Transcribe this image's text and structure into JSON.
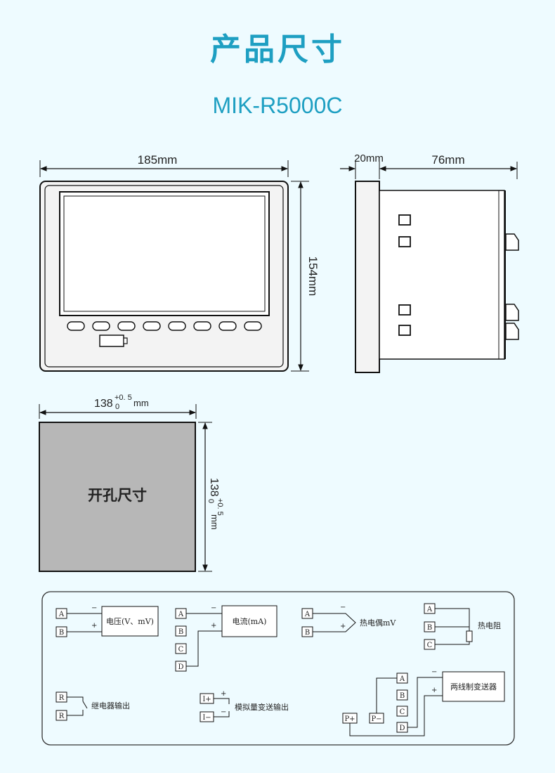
{
  "title": "产品尺寸",
  "model": "MIK-R5000C",
  "dimensions": {
    "width": "185mm",
    "height": "154mm",
    "bezel_depth": "20mm",
    "body_depth": "76mm",
    "cutout_base": "138",
    "cutout_tol_upper": "+0. 5",
    "cutout_tol_lower": "0",
    "cutout_unit": "mm"
  },
  "cutout_label": "开孔尺寸",
  "wiring": {
    "voltage": {
      "terminals": [
        "A",
        "B"
      ],
      "label": "电压(V、mV)",
      "signs": [
        "−",
        "+"
      ]
    },
    "current": {
      "terminals": [
        "A",
        "B",
        "C",
        "D"
      ],
      "label": "电流(mA)",
      "signs": [
        "−",
        "+"
      ]
    },
    "thermocouple": {
      "terminals": [
        "A",
        "B"
      ],
      "label": "热电偶mV",
      "signs": [
        "−",
        "+"
      ]
    },
    "rtd": {
      "terminals": [
        "A",
        "B",
        "C"
      ],
      "label": "热电阻"
    },
    "relay": {
      "terminals": [
        "R",
        "R"
      ],
      "label": "继电器输出"
    },
    "analog_out": {
      "terminals": [
        "I+",
        "I−"
      ],
      "label": "模拟量变送输出",
      "signs": [
        "+",
        "−"
      ]
    },
    "two_wire": {
      "terminals": [
        "A",
        "B",
        "C",
        "D"
      ],
      "power": [
        "P+",
        "P−"
      ],
      "label": "两线制变送器",
      "signs": [
        "−",
        "+"
      ]
    }
  }
}
